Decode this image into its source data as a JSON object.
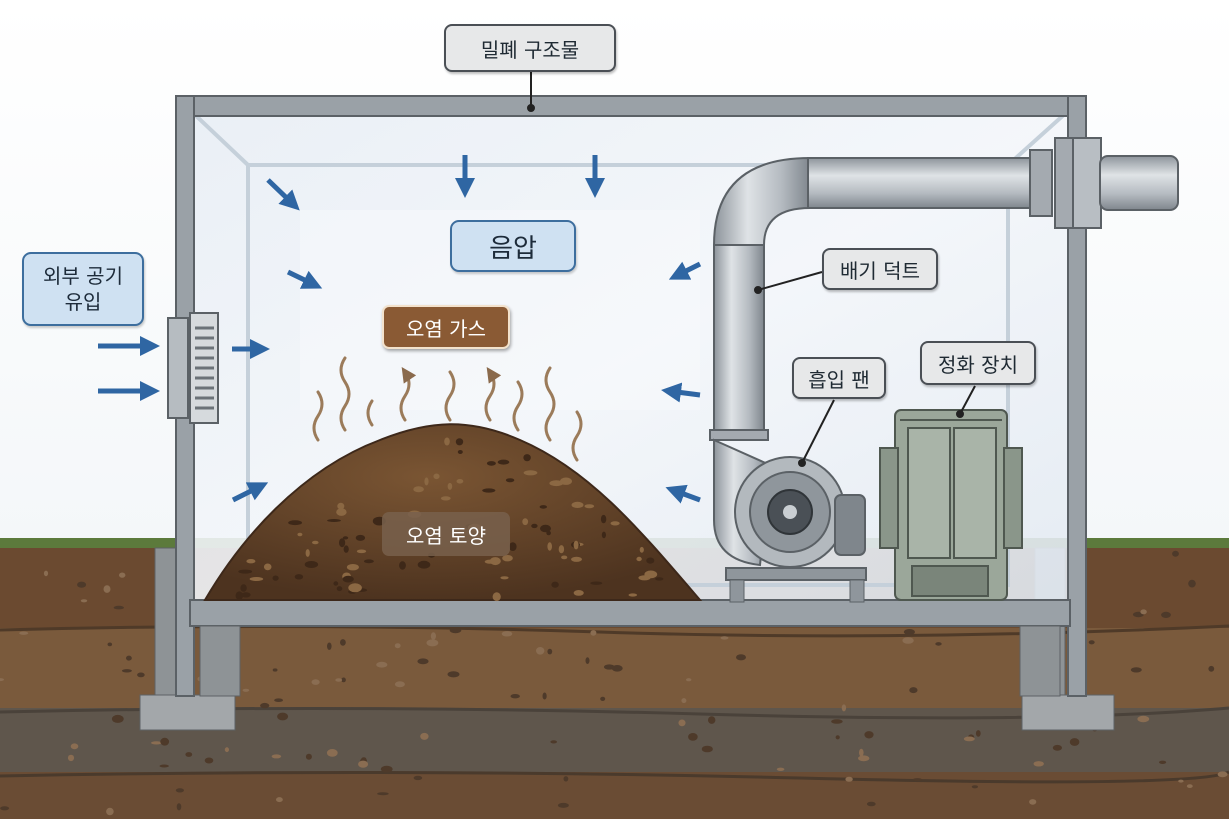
{
  "labels": {
    "structure": "밀폐 구조물",
    "negative_pressure": "음압",
    "outside_air_line1": "외부 공기",
    "outside_air_line2": "유입",
    "contaminated_gas": "오염 가스",
    "exhaust_duct": "배기 덕트",
    "suction_fan": "흡입 팬",
    "purification_unit": "정화 장치",
    "contaminated_soil": "오염 토양"
  },
  "colors": {
    "arrow_blue": "#2f66a3",
    "frame_grey": "#8c949b",
    "soil_brown": "#5b3d26",
    "glass_tint": "#eef3f8",
    "duct_grey": "#b9bfc5",
    "purifier_green": "#9ba79a"
  }
}
